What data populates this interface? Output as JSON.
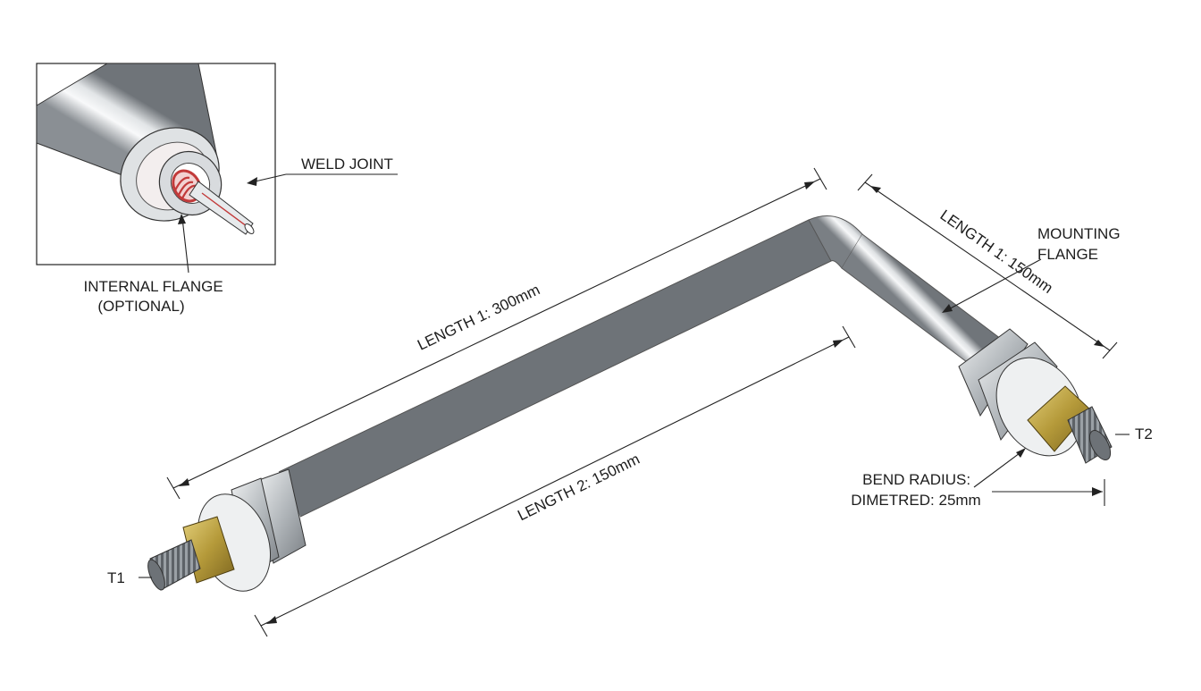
{
  "labels": {
    "weld_joint": "WELD JOINT",
    "internal_flange_line1": "INTERNAL FLANGE",
    "internal_flange_line2": "(OPTIONAL)",
    "mounting_flange_line1": "MOUNTING",
    "mounting_flange_line2": "FLANGE",
    "length_top": "LENGTH 1: 300mm",
    "length_right": "LENGTH 1: 150mm",
    "length_bottom": "LENGTH 2: 150mm",
    "bend_radius_line1": "BEND RADIUS:",
    "bend_radius_line2": "DIMETRED: 25mm",
    "terminal_1": "T1",
    "terminal_2": "T2"
  },
  "colors": {
    "tube_steel": "#b9bec2",
    "brass_nut": "#b59a3a",
    "heating_coil": "#c23a3a",
    "outline": "#222222"
  }
}
